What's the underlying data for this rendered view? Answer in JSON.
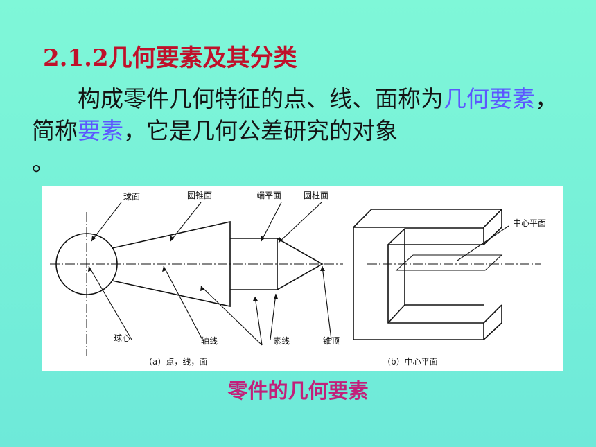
{
  "slide": {
    "title": "2.1.2几何要素及其分类",
    "paragraph": {
      "part1": "构成零件几何特征的点、线、面称为",
      "hl1": "几何要素",
      "part2": "，简称",
      "hl2": "要素",
      "part3": "，它是几何公差研究的对象",
      "part4": "。"
    },
    "figure": {
      "labels": {
        "sphere_surface": "球面",
        "cone_surface": "圆锥面",
        "end_plane": "端平面",
        "cylinder_surface": "圆柱面",
        "center_plane": "中心平面",
        "sphere_center": "球心",
        "axis": "轴线",
        "generatrix": "素线",
        "cone_apex": "锥顶"
      },
      "sub_captions": {
        "a": "（a）点，线，面",
        "b": "（b）中心平面"
      }
    },
    "caption": "零件的几何要素"
  },
  "colors": {
    "background": "#74efd8",
    "title": "#c0102a",
    "highlight": "#5c57ff",
    "caption": "#c21f7a"
  }
}
